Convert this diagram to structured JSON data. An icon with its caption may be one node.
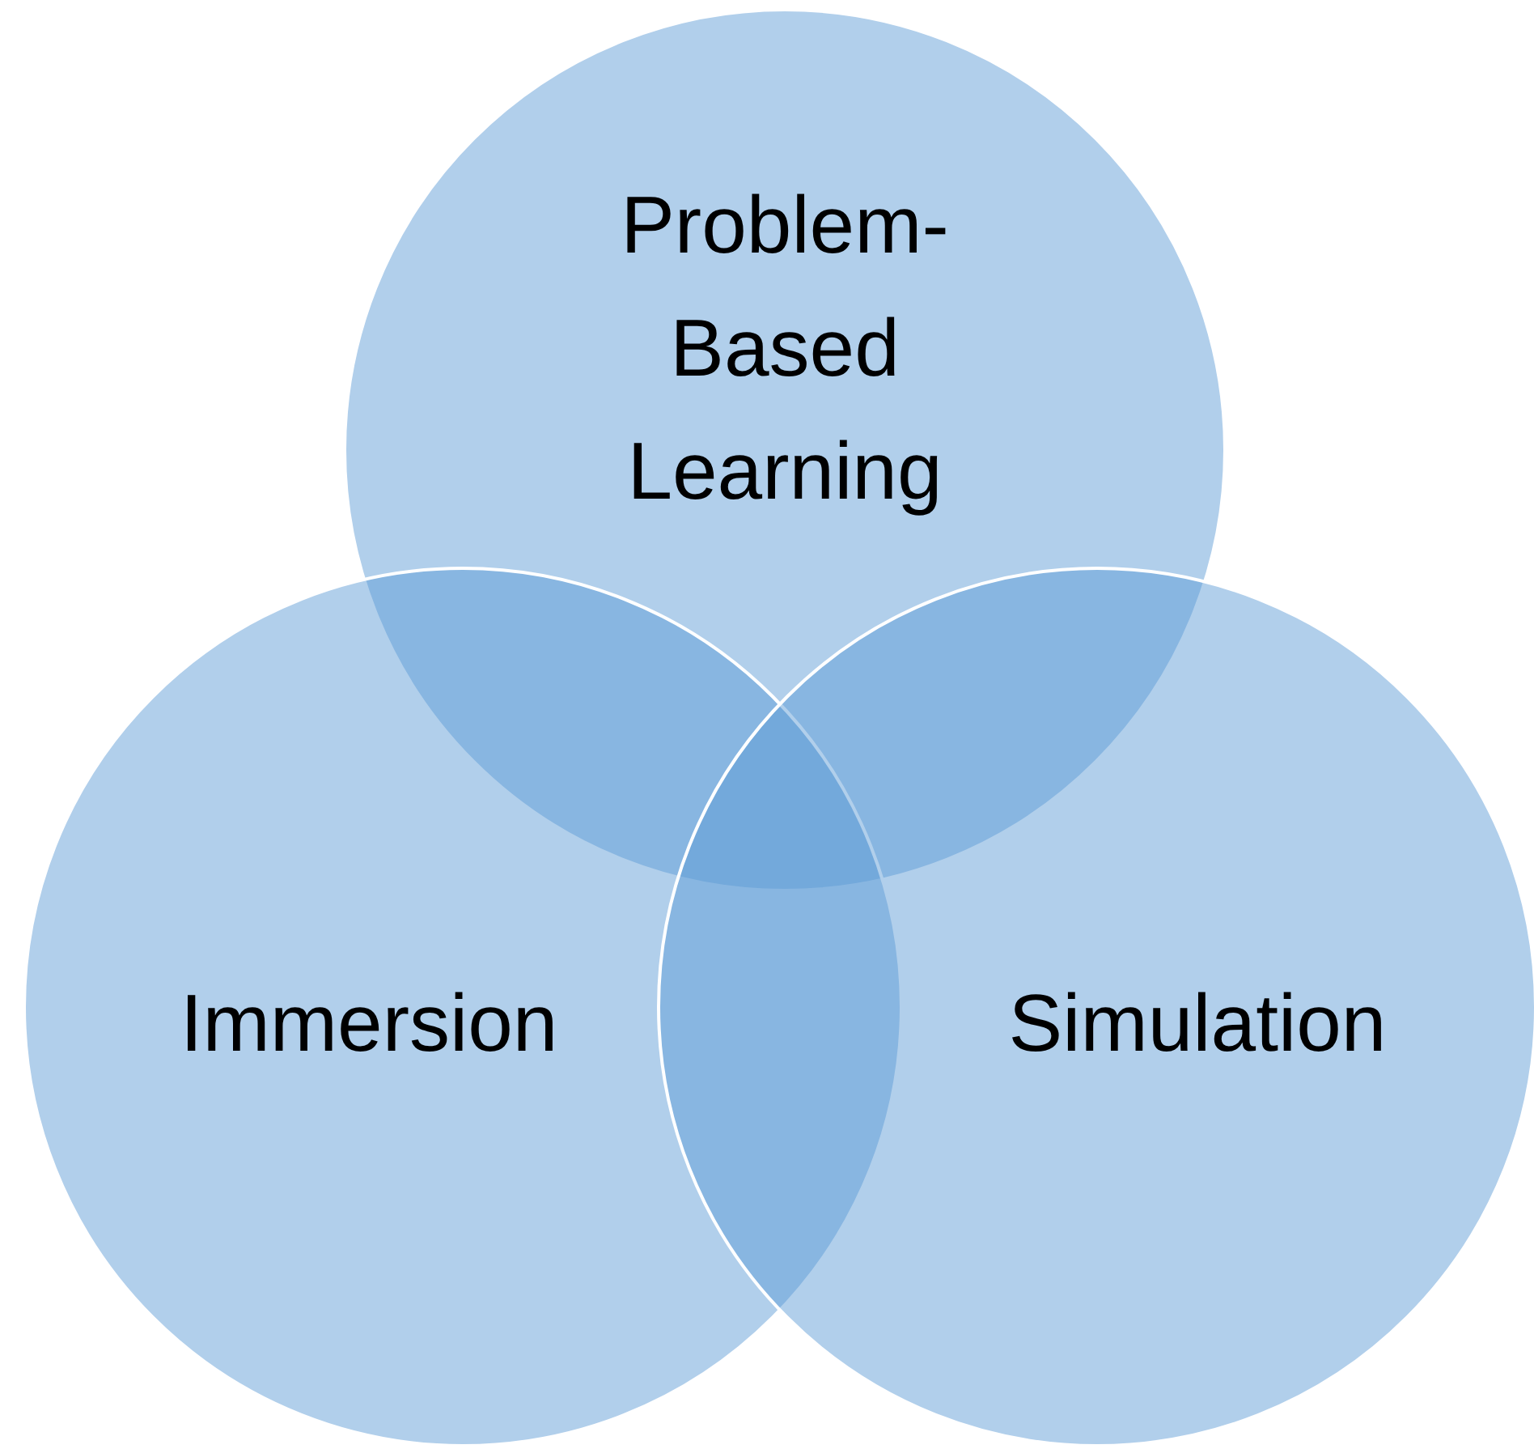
{
  "diagram": {
    "nodes": [
      {
        "text": [
          "Problem- Based Learning"
        ]
      },
      {
        "text": [
          "Immersion"
        ]
      },
      {
        "text": [
          "Simulation"
        ]
      }
    ]
  }
}
